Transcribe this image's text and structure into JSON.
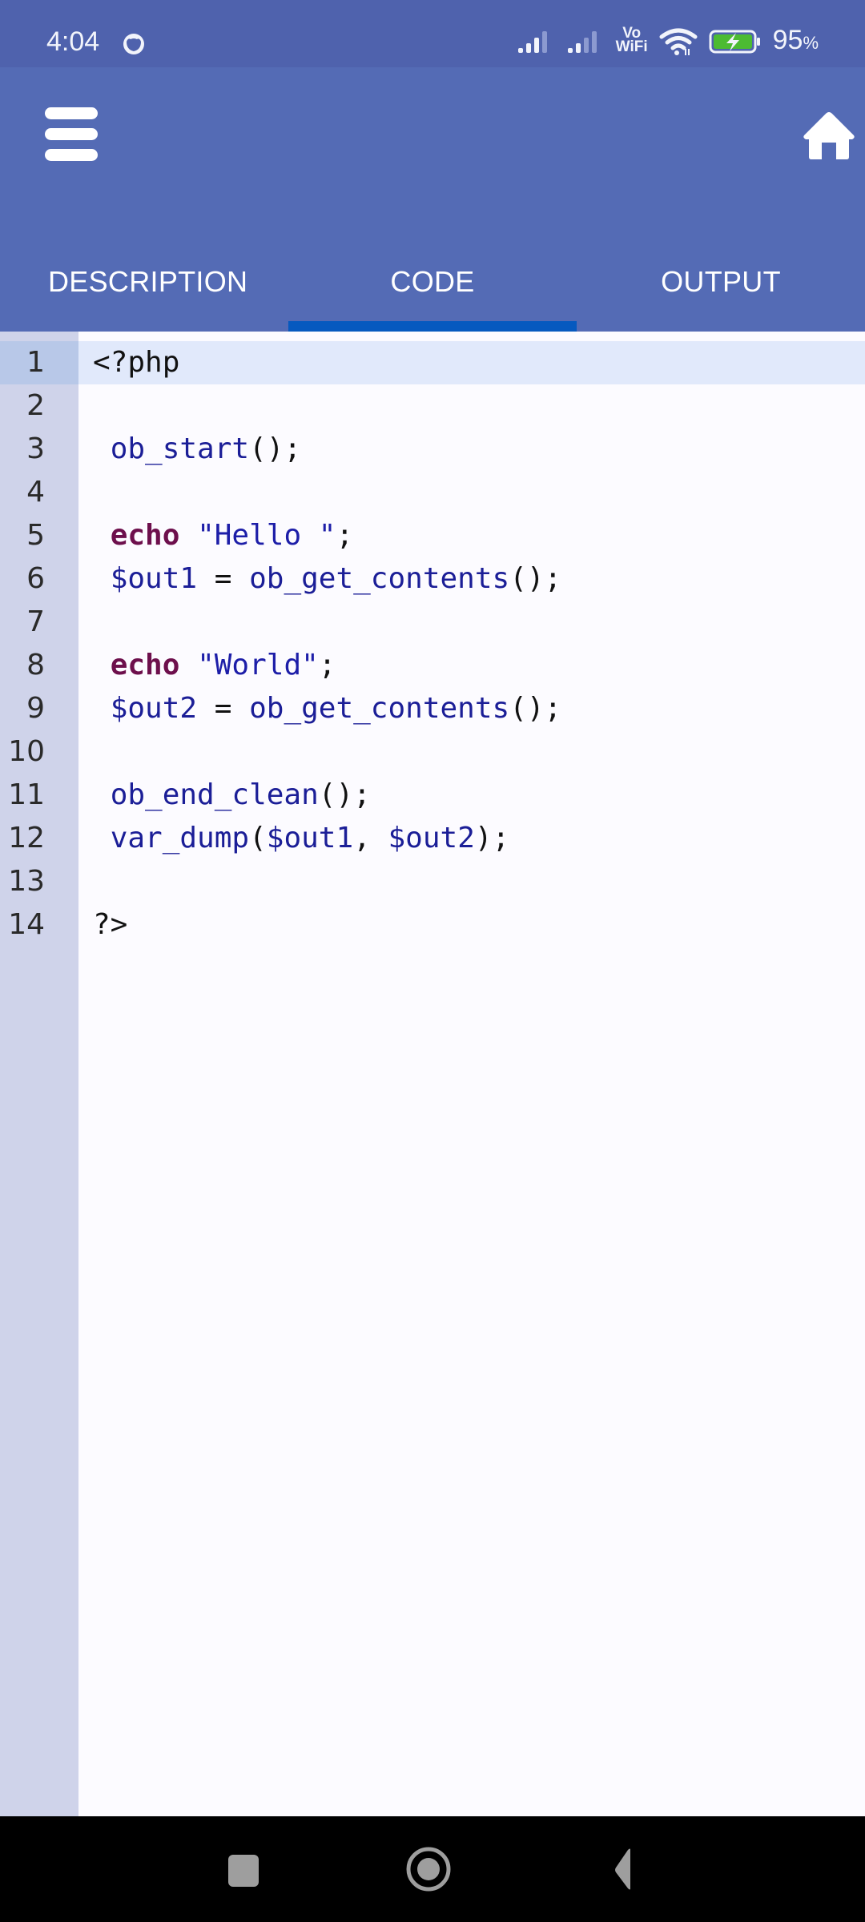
{
  "status_bar": {
    "time": "4:04",
    "battery_percent": "95",
    "percent_sign": "%",
    "icons": [
      "app-notification-icon",
      "signal-icon-sim1",
      "signal-icon-sim2",
      "vowifi-icon",
      "wifi-icon",
      "battery-charging-icon"
    ],
    "vowifi_top": "Vo",
    "vowifi_bottom": "WiFi"
  },
  "app_bar": {
    "menu_icon": "hamburger-menu-icon",
    "home_icon": "home-icon",
    "colors": {
      "background": "#546bb5",
      "status": "#4f62ad",
      "indicator": "#0659bf"
    }
  },
  "tabs": [
    {
      "label": "DESCRIPTION",
      "active": false
    },
    {
      "label": "CODE",
      "active": true
    },
    {
      "label": "OUTPUT",
      "active": false
    }
  ],
  "editor": {
    "active_line": 1,
    "lines": [
      {
        "n": "1",
        "tokens": [
          {
            "t": "<?php",
            "c": "pn"
          }
        ]
      },
      {
        "n": "2",
        "tokens": []
      },
      {
        "n": "3",
        "tokens": [
          {
            "t": " ",
            "c": "pn"
          },
          {
            "t": "ob_start",
            "c": "fn"
          },
          {
            "t": "();",
            "c": "pn"
          }
        ]
      },
      {
        "n": "4",
        "tokens": []
      },
      {
        "n": "5",
        "tokens": [
          {
            "t": " ",
            "c": "pn"
          },
          {
            "t": "echo",
            "c": "kw"
          },
          {
            "t": " ",
            "c": "pn"
          },
          {
            "t": "\"Hello \"",
            "c": "str"
          },
          {
            "t": ";",
            "c": "pn"
          }
        ]
      },
      {
        "n": "6",
        "tokens": [
          {
            "t": " ",
            "c": "pn"
          },
          {
            "t": "$out1",
            "c": "var"
          },
          {
            "t": " = ",
            "c": "pn"
          },
          {
            "t": "ob_get_contents",
            "c": "fn"
          },
          {
            "t": "();",
            "c": "pn"
          }
        ]
      },
      {
        "n": "7",
        "tokens": []
      },
      {
        "n": "8",
        "tokens": [
          {
            "t": " ",
            "c": "pn"
          },
          {
            "t": "echo",
            "c": "kw"
          },
          {
            "t": " ",
            "c": "pn"
          },
          {
            "t": "\"World\"",
            "c": "str"
          },
          {
            "t": ";",
            "c": "pn"
          }
        ]
      },
      {
        "n": "9",
        "tokens": [
          {
            "t": " ",
            "c": "pn"
          },
          {
            "t": "$out2",
            "c": "var"
          },
          {
            "t": " = ",
            "c": "pn"
          },
          {
            "t": "ob_get_contents",
            "c": "fn"
          },
          {
            "t": "();",
            "c": "pn"
          }
        ]
      },
      {
        "n": "10",
        "tokens": []
      },
      {
        "n": "11",
        "tokens": [
          {
            "t": " ",
            "c": "pn"
          },
          {
            "t": "ob_end_clean",
            "c": "fn"
          },
          {
            "t": "();",
            "c": "pn"
          }
        ]
      },
      {
        "n": "12",
        "tokens": [
          {
            "t": " ",
            "c": "pn"
          },
          {
            "t": "var_dump",
            "c": "fn"
          },
          {
            "t": "(",
            "c": "pn"
          },
          {
            "t": "$out1",
            "c": "var"
          },
          {
            "t": ", ",
            "c": "pn"
          },
          {
            "t": "$out2",
            "c": "var"
          },
          {
            "t": ");",
            "c": "pn"
          }
        ]
      },
      {
        "n": "13",
        "tokens": []
      },
      {
        "n": "14",
        "tokens": [
          {
            "t": "?>",
            "c": "pn"
          }
        ]
      }
    ]
  },
  "nav_bar": {
    "buttons": [
      {
        "name": "recents-button",
        "icon": "square-icon"
      },
      {
        "name": "home-nav-button",
        "icon": "circle-icon"
      },
      {
        "name": "back-button",
        "icon": "triangle-back-icon"
      }
    ]
  }
}
